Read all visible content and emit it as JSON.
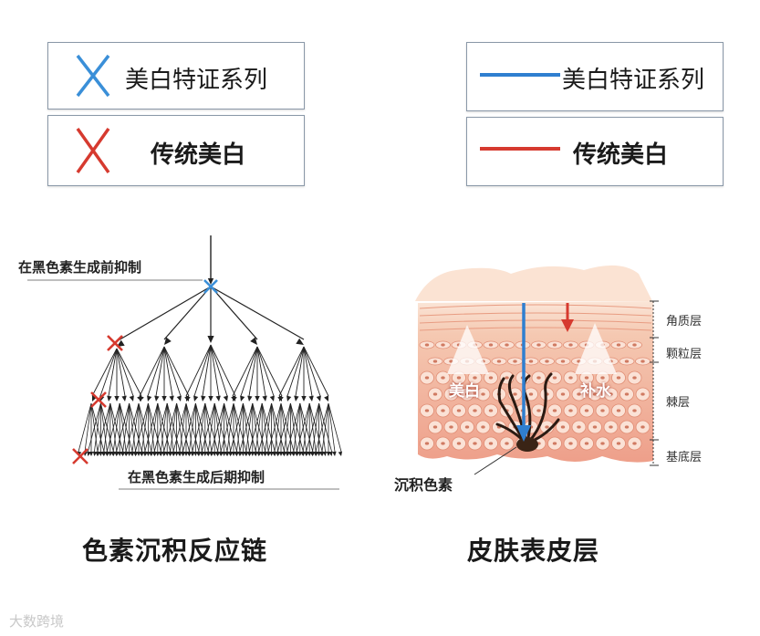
{
  "legend_left": [
    {
      "icon": "blue-x-icon",
      "color": "#3a8fd8",
      "label": "美白特证系列"
    },
    {
      "icon": "red-x-icon",
      "color": "#d63a2f",
      "label": "传统美白"
    }
  ],
  "legend_right": [
    {
      "icon": "blue-line-icon",
      "color": "#2f7fd0",
      "label": "美白特证系列"
    },
    {
      "icon": "red-line-icon",
      "color": "#d63a2f",
      "label": "传统美白"
    }
  ],
  "left_diagram": {
    "top_label": "在黑色素生成前抑制",
    "bottom_label": "在黑色素生成后期抑制",
    "caption": "色素沉积反应链"
  },
  "right_diagram": {
    "layers": [
      "角质层",
      "颗粒层",
      "棘层",
      "基底层"
    ],
    "whitening_label": "美白",
    "hydration_label": "补水",
    "deposit_label": "沉积色素",
    "caption": "皮肤表皮层"
  },
  "watermark": "大数跨境"
}
